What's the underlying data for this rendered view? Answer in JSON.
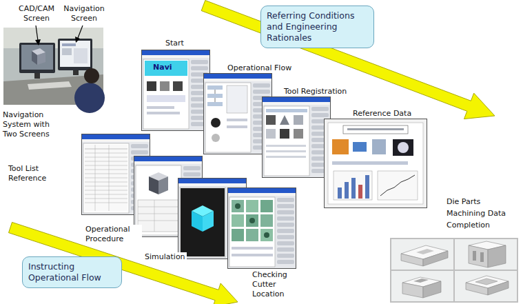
{
  "diagram": {
    "nodes": [
      {
        "text": [
          "Referring Conditions and Engineering Rationales"
        ]
      },
      {
        "text": [
          "Instructing Operational Flow"
        ]
      }
    ],
    "labels": [
      "CAD/CAM Screen",
      "Navigation Screen",
      "Start",
      "Navi",
      "Operational Flow",
      "Tool Registration",
      "Reference Data",
      "Navigation System with Two Screens",
      "Tool List Reference",
      "Die Parts Machining Data Completion",
      "Operational Procedure",
      "Simulation",
      "Checking Cutter Location"
    ]
  }
}
